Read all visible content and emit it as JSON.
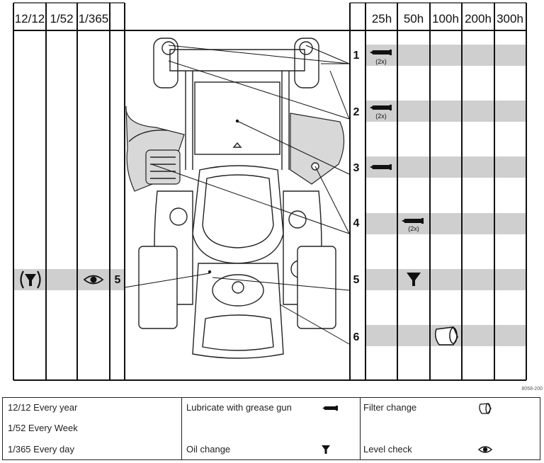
{
  "header_left": [
    "12/12",
    "1/52",
    "1/365"
  ],
  "header_right": [
    "25h",
    "50h",
    "100h",
    "200h",
    "300h"
  ],
  "rows": [
    {
      "num": "1",
      "qty": "(2x)"
    },
    {
      "num": "2",
      "qty": "(2x)"
    },
    {
      "num": "3"
    },
    {
      "num": "4",
      "qty": "(2x)"
    },
    {
      "num": "5"
    },
    {
      "num": "6"
    }
  ],
  "left_row_num": "5",
  "figure_code": "8058-200",
  "legend": {
    "every_year": "12/12 Every year",
    "every_week": "1/52 Every Week",
    "every_day": "1/365 Every day",
    "lubricate": "Lubricate with grease gun",
    "oil_change": "Oil change",
    "filter_change": "Filter change",
    "level_check": "Level check"
  },
  "icons": {
    "lubricate": "grease-gun-icon",
    "oil_change": "funnel-icon",
    "filter_change": "filter-icon",
    "level_check": "eye-icon"
  }
}
